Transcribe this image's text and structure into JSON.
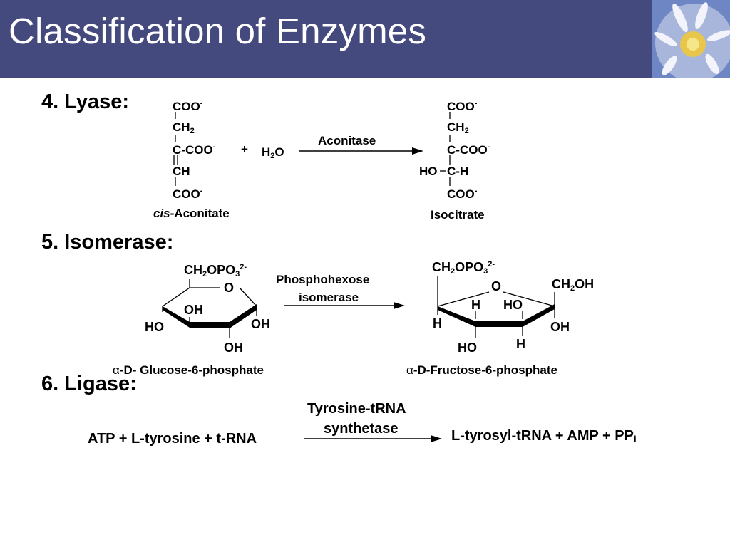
{
  "header": {
    "title": "Classification of Enzymes"
  },
  "sections": {
    "lyase": "4. Lyase:",
    "isomerase": "5. Isomerase:",
    "ligase": "6. Ligase:"
  },
  "lyase": {
    "substrate": {
      "coo_top": "COO",
      "ch2": "CH",
      "c_coo": "C-COO",
      "ch": "CH",
      "coo_bottom": "COO",
      "name_italic": "cis",
      "name_rest": "-Aconitate"
    },
    "plus": "+",
    "water": {
      "h": "H",
      "sub": "2",
      "o": "O"
    },
    "enzyme": "Aconitase",
    "product": {
      "coo_top": "COO",
      "ch2": "CH",
      "c_coo": "C-COO",
      "ho": "HO",
      "c_h": "C-H",
      "coo_bottom": "COO",
      "name": "Isocitrate"
    },
    "minus": "-",
    "two": "2"
  },
  "isomerase": {
    "enzyme_line1": "Phosphohexose",
    "enzyme_line2": "isomerase",
    "glucose": {
      "ch2opo3_a": "CH",
      "ch2opo3_b": "OPO",
      "charge": "2-",
      "ring_o": "O",
      "oh_inner": "OH",
      "ho_left": "HO",
      "oh_right": "OH",
      "oh_bottom": "OH",
      "name_alpha": "α",
      "name": "-D- Glucose-6-phosphate"
    },
    "fructose": {
      "ch2opo3_a": "CH",
      "ch2opo3_b": "OPO",
      "charge": "2-",
      "ring_o": "O",
      "ch2oh_a": "CH",
      "ch2oh_b": "OH",
      "h_inner": "H",
      "ho_inner": "HO",
      "h_left": "H",
      "oh_right": "OH",
      "ho_bottom": "HO",
      "h_bottom": "H",
      "name_alpha": "α",
      "name": "-D-Fructose-6-phosphate"
    },
    "two": "2",
    "three": "3"
  },
  "ligase": {
    "reactants": "ATP + L-tyrosine + t-RNA",
    "enzyme_line1": "Tyrosine-tRNA",
    "enzyme_line2": "synthetase",
    "products": "L-tyrosyl-tRNA + AMP + PP",
    "products_sub": "i"
  }
}
